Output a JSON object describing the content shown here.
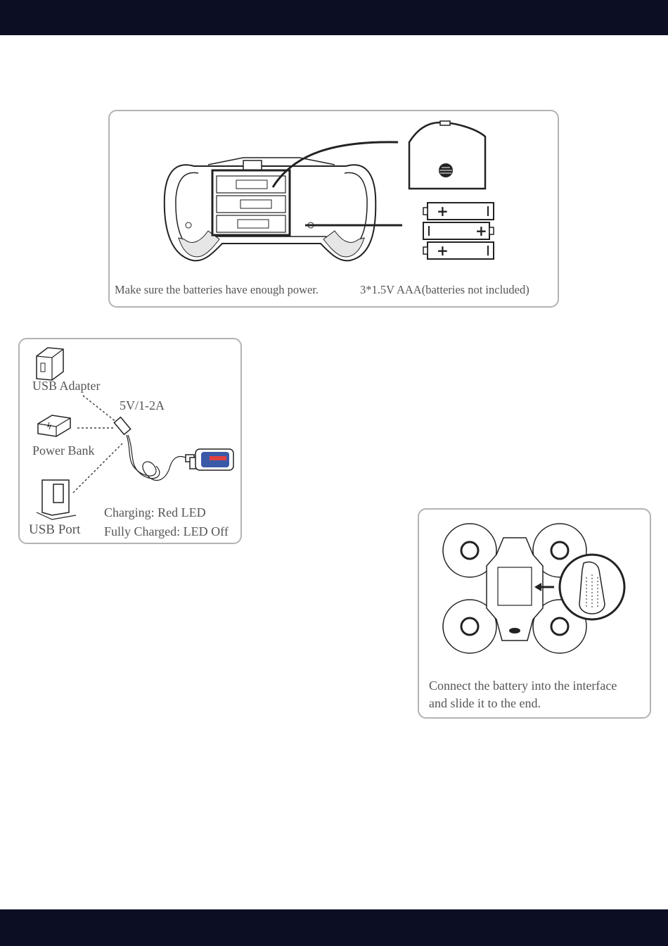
{
  "panel_controller": {
    "caption_left": "Make sure the batteries have enough power.",
    "caption_right": "3*1.5V AAA(batteries not included)",
    "battery_signs": [
      "+",
      "+",
      "+"
    ]
  },
  "panel_charging": {
    "usb_adapter_label": "USB Adapter",
    "power_bank_label": "Power Bank",
    "usb_port_label": "USB Port",
    "voltage_label": "5V/1-2A",
    "charging_status": "Charging: Red LED",
    "charged_status": "Fully Charged: LED Off"
  },
  "panel_drone": {
    "caption_line1": "Connect the battery into the interface",
    "caption_line2": "and slide it to the end."
  }
}
